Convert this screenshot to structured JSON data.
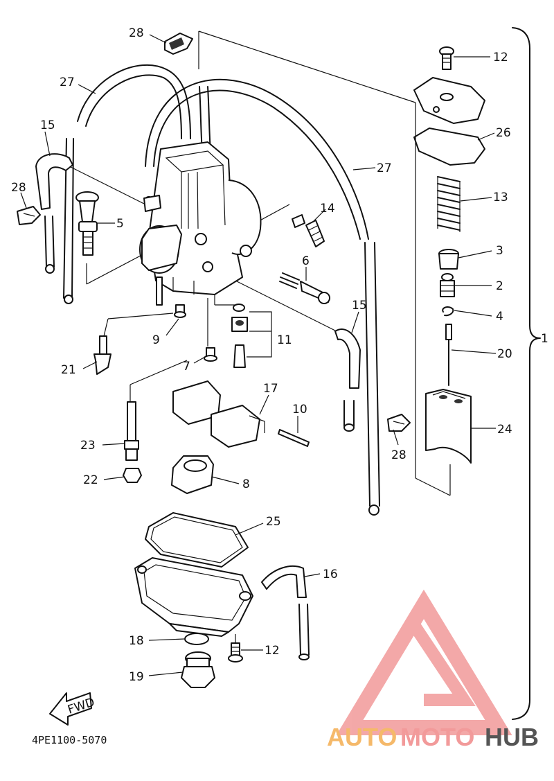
{
  "callouts": [
    "28",
    "27",
    "15",
    "28",
    "5",
    "12",
    "26",
    "13",
    "3",
    "2",
    "4",
    "20",
    "24",
    "28",
    "27",
    "14",
    "6",
    "15",
    "11",
    "9",
    "21",
    "7",
    "17",
    "10",
    "23",
    "22",
    "8",
    "25",
    "16",
    "18",
    "12",
    "19",
    "1"
  ],
  "fwd_label": "FWD",
  "drawing_code": "4PE1100-5070",
  "watermark": {
    "part1": "AUTO",
    "part2": "MOTO",
    "part3": "HUB"
  },
  "colors": {
    "logo_red": "#f29a9a",
    "logo_orange": "#f5b96a",
    "logo_dark": "#555555"
  }
}
